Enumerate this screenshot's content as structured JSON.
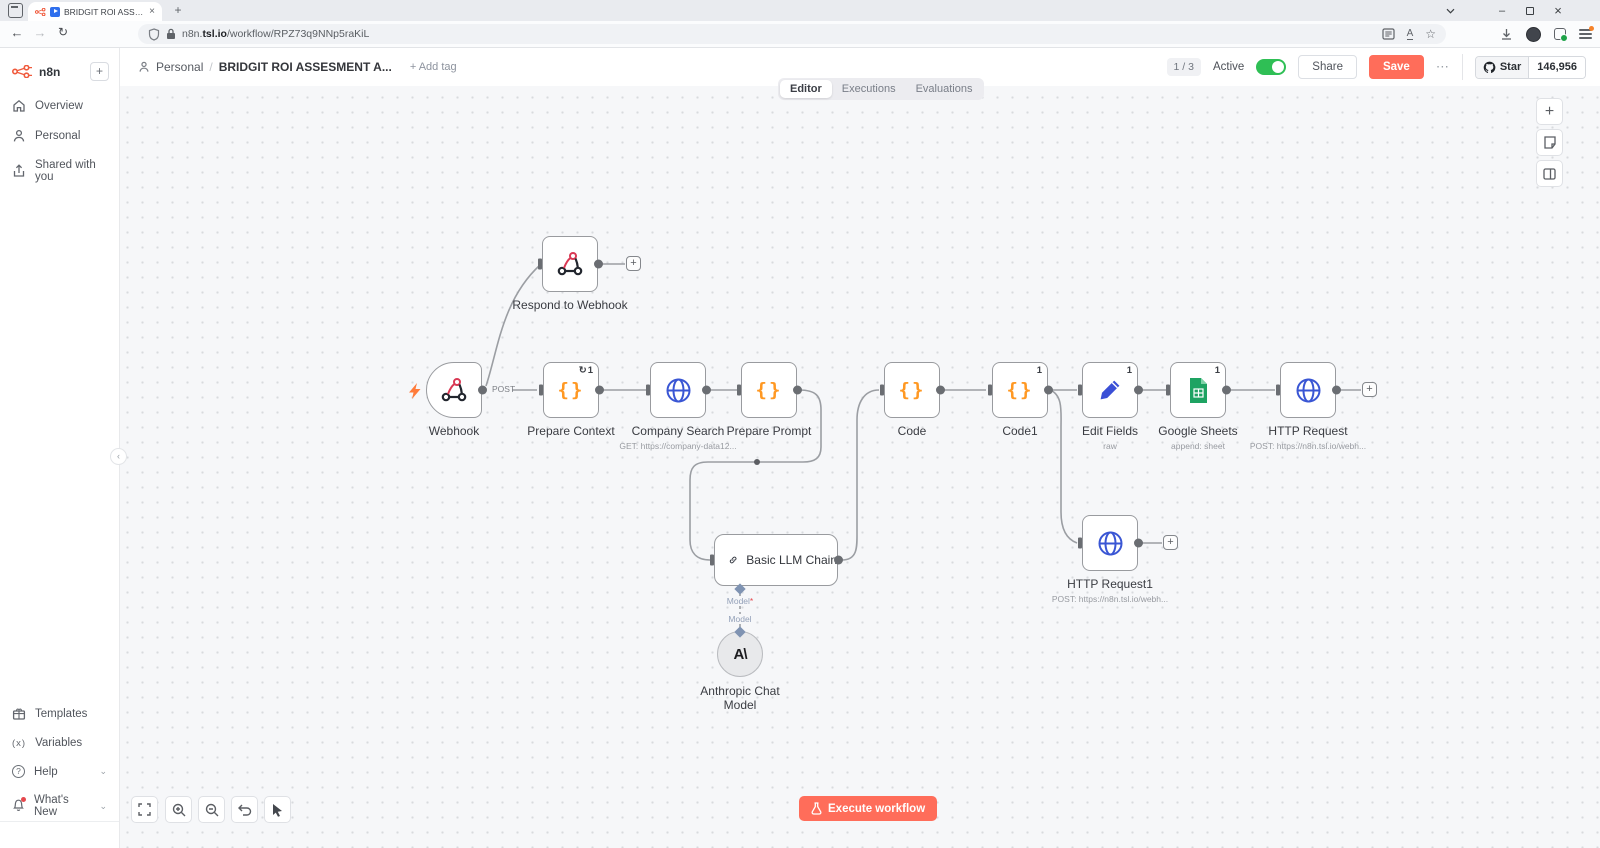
{
  "browser": {
    "tab_title": "BRIDGIT ROI ASSESMENT A",
    "url": {
      "prefix": "n8n.",
      "domain": "tsl.io",
      "path": "/workflow/RPZ73q9NNp5raKiL"
    }
  },
  "icons": {
    "back": "←",
    "forward": "→",
    "reload": "↻",
    "close": "×",
    "minimize": "–",
    "new_tab": "+",
    "star_outline": "☆",
    "translate": "A",
    "overflow": "⋯",
    "plus": "+",
    "help": "?",
    "variables": "(x)",
    "loop": "↻",
    "braces": "{}",
    "anthropic": "A\\",
    "chevron_left": "‹",
    "chevron_down": "⌄"
  },
  "sidebar": {
    "brand": "n8n",
    "items": [
      {
        "label": "Overview"
      },
      {
        "label": "Personal"
      },
      {
        "label": "Shared with you"
      }
    ],
    "items_bottom": [
      {
        "label": "Templates"
      },
      {
        "label": "Variables"
      },
      {
        "label": "Help"
      },
      {
        "label": "What's New"
      }
    ]
  },
  "header": {
    "project": "Personal",
    "separator": "/",
    "workflow_title": "BRIDGIT ROI ASSESMENT A...",
    "add_tag": "+ Add tag",
    "tabs": [
      {
        "label": "Editor"
      },
      {
        "label": "Executions"
      },
      {
        "label": "Evaluations"
      }
    ],
    "active_tab": "Editor",
    "version": "1 / 3",
    "active_label": "Active",
    "share_label": "Share",
    "save_label": "Save",
    "github": {
      "label": "Star",
      "count": "146,956"
    }
  },
  "canvas": {
    "nodes": [
      {
        "id": "respond-webhook",
        "label": "Respond to Webhook"
      },
      {
        "id": "webhook",
        "label": "Webhook",
        "output_label": "POST"
      },
      {
        "id": "prepare-context",
        "label": "Prepare Context",
        "badge": "1"
      },
      {
        "id": "company-search",
        "label": "Company Search",
        "subtitle": "GET: https://company-data12..."
      },
      {
        "id": "prepare-prompt",
        "label": "Prepare Prompt"
      },
      {
        "id": "code",
        "label": "Code"
      },
      {
        "id": "code1",
        "label": "Code1",
        "badge": "1"
      },
      {
        "id": "edit-fields",
        "label": "Edit Fields",
        "subtitle": "raw",
        "badge": "1"
      },
      {
        "id": "google-sheets",
        "label": "Google Sheets",
        "subtitle": "append: sheet",
        "badge": "1"
      },
      {
        "id": "http-request",
        "label": "HTTP Request",
        "subtitle": "POST: https://n8n.tsl.io/webh..."
      },
      {
        "id": "basic-llm-chain",
        "label": "Basic LLM Chain"
      },
      {
        "id": "anthropic-chat-model",
        "label": "Anthropic Chat Model"
      },
      {
        "id": "http-request1",
        "label": "HTTP Request1",
        "subtitle": "POST: https://n8n.tsl.io/webh..."
      }
    ],
    "labels": {
      "post": "POST",
      "model": "Model",
      "required": "*"
    },
    "execute_button": "Execute workflow"
  }
}
